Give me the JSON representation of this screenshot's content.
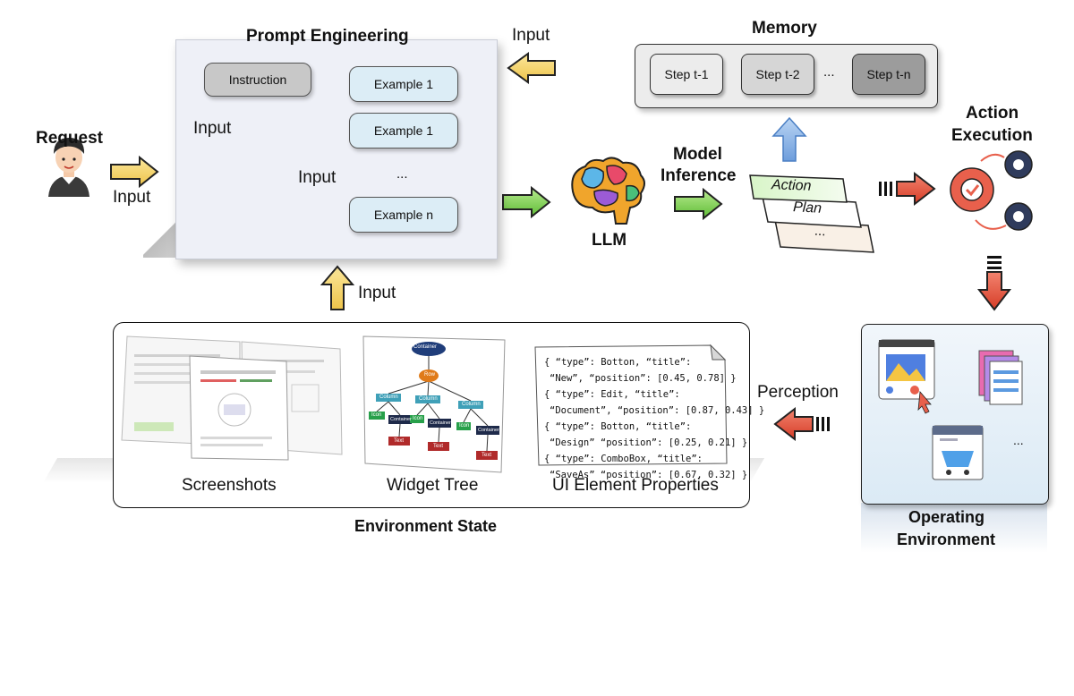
{
  "titles": {
    "prompt_engineering": "Prompt Engineering",
    "memory": "Memory",
    "request": "Request",
    "action_execution_1": "Action",
    "action_execution_2": "Execution",
    "model_inference_1": "Model",
    "model_inference_2": "Inference",
    "llm": "LLM",
    "environment_state": "Environment State",
    "operating_environment_1": "Operating",
    "operating_environment_2": "Environment"
  },
  "labels": {
    "input": "Input",
    "perception": "Perception"
  },
  "prompt": {
    "instruction": "Instruction",
    "example_1a": "Example 1",
    "example_1b": "Example 1",
    "ellipsis": "...",
    "example_n": "Example n"
  },
  "memory_steps": [
    "Step t-1",
    "Step t-2",
    "...",
    "Step t-n"
  ],
  "outputs": [
    "Action",
    "Plan",
    "..."
  ],
  "env_panels": {
    "screenshots": "Screenshots",
    "widget_tree": "Widget Tree",
    "ui_properties": "UI Element Properties"
  },
  "widget_tree": {
    "container": "Container",
    "row": "Row",
    "column": "Column",
    "icon": "Icon",
    "text": "Text"
  },
  "ui_properties_lines": [
    "{ “type”: Botton, “title”:",
    "“New”, “position”: [0.45, 0.78] }",
    "{ “type”: Edit, “title”:",
    "“Document”, “position”: [0.87, 0.43] }",
    "{ “type”: Botton, “title”:",
    "“Design” “position”: [0.25, 0.21] }",
    "{ “type”: ComboBox, “title”:",
    "“SaveAs” “position”: [0.67, 0.32] }"
  ],
  "op_ellipsis": "...",
  "colors": {
    "yellow_arrow": "#f7d66b",
    "green_arrow": "#7ccf4d",
    "red_arrow": "#e5533d",
    "blue_arrow": "#8fb8e8"
  }
}
